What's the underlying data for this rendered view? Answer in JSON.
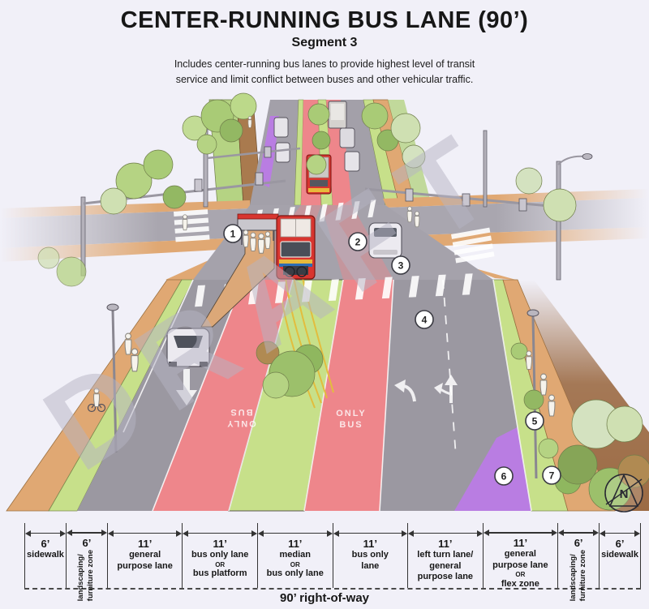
{
  "header": {
    "title": "CENTER-RUNNING BUS LANE (90’)",
    "subtitle": "Segment 3",
    "description_line1": "Includes center-running bus lanes to provide highest level of transit",
    "description_line2": "service and limit conflict between buses and other vehicular traffic."
  },
  "watermark": "DRAFT",
  "compass": {
    "label": "N"
  },
  "road_markings": {
    "upper": "ONLY",
    "lower": "BUS"
  },
  "callouts": [
    "1",
    "2",
    "3",
    "4",
    "5",
    "6",
    "7"
  ],
  "table": {
    "row_label": "90’ right-of-way",
    "columns": [
      {
        "width": "6’",
        "line1": "sidewalk"
      },
      {
        "width": "6’",
        "line1": "landscaping/",
        "line2": "furniture zone"
      },
      {
        "width": "11’",
        "line1": "general",
        "line2": "purpose lane"
      },
      {
        "width": "11’",
        "line1": "bus only lane",
        "or": "OR",
        "line2": "bus platform"
      },
      {
        "width": "11’",
        "line1": "median",
        "or": "OR",
        "line2": "bus only lane"
      },
      {
        "width": "11’",
        "line1": "bus only",
        "line2": "lane"
      },
      {
        "width": "11’",
        "line1": "left turn lane/",
        "line2": "general",
        "line3": "purpose lane"
      },
      {
        "width": "11’",
        "line1": "general",
        "line2": "purpose lane",
        "or": "OR",
        "line3": "flex zone"
      },
      {
        "width": "6’",
        "line1": "landscaping/",
        "line2": "furniture zone"
      },
      {
        "width": "6’",
        "line1": "sidewalk"
      }
    ]
  },
  "colors": {
    "bus_lane_red": "#ee868b",
    "median_green": "#c7e08a",
    "flex_zone_purple": "#b97de2",
    "sidewalk_tan": "#e0a873",
    "roadway_gray": "#9b98a1",
    "bus_red": "#d8352f",
    "watermark_gray": "#b6b4c4"
  }
}
